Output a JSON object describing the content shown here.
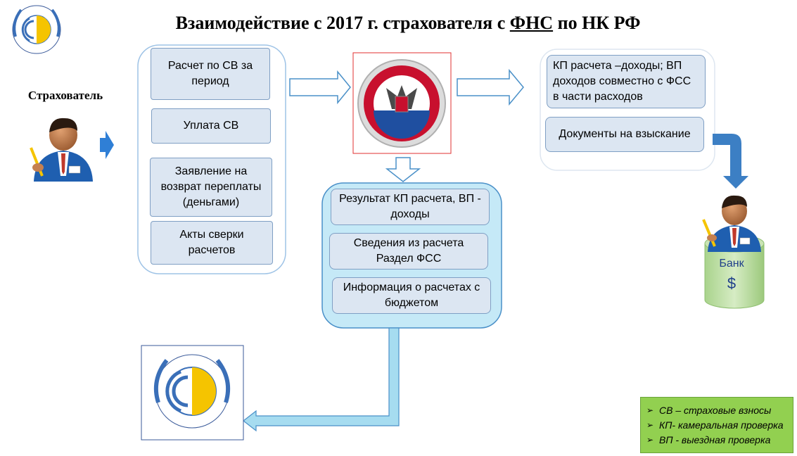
{
  "title": {
    "prefix": "Взаимодействие с 2017 г. страхователя с ",
    "underlined": "ФНС",
    "suffix": " по НК РФ"
  },
  "insurer": {
    "label": "Страхователь"
  },
  "left_group": {
    "items": [
      "Расчет по СВ за период",
      "Уплата СВ",
      "Заявление на возврат переплаты (деньгами)",
      "Акты сверки расчетов"
    ]
  },
  "center_group": {
    "items": [
      "Результат КП расчета, ВП - доходы",
      "Сведения из расчета Раздел ФСС",
      "Информация о расчетах с бюджетом"
    ]
  },
  "right_group": {
    "items": [
      "КП расчета –доходы; ВП доходов совместно с ФСС в части расходов",
      "Документы на взыскание"
    ]
  },
  "bank": {
    "label": "Банк",
    "symbol": "$"
  },
  "legend": {
    "items": [
      "СВ – страховые взносы",
      "КП- камеральная проверка",
      "ВП -  выездная проверка"
    ]
  },
  "colors": {
    "center_fill": "#c5e9f7",
    "box_fill": "#dce6f2",
    "arrow_fill": "#a6dcf0",
    "arrow_stroke": "#4a90c8",
    "bank_fill": "#b7dca0",
    "legend_fill": "#92d050",
    "person_suit": "#1f5fb0"
  }
}
